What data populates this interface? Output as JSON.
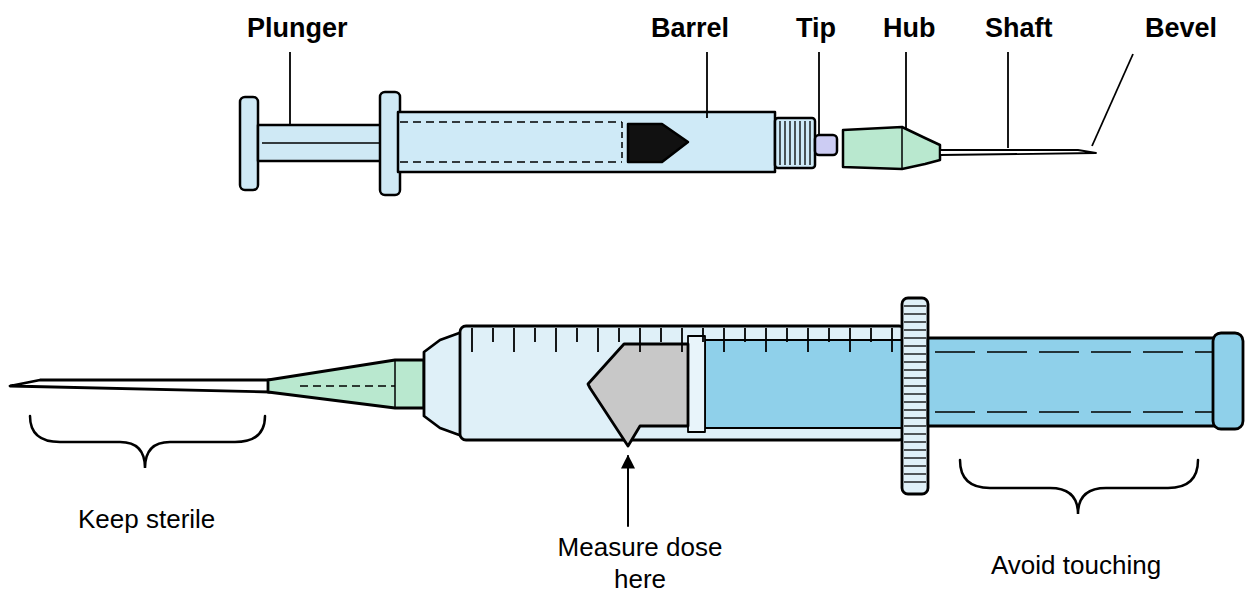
{
  "diagram": {
    "labels": [
      "Plunger",
      "Barrel",
      "Tip",
      "Hub",
      "Shaft",
      "Bevel",
      "Keep sterile",
      "Measure dose here",
      "Avoid touching"
    ]
  }
}
